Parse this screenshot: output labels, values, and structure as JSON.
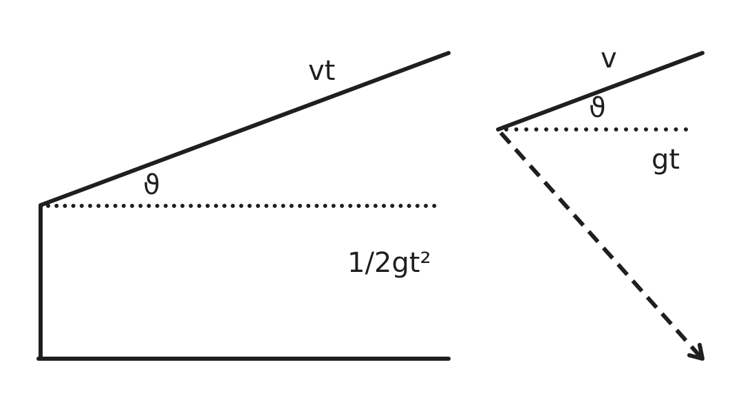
{
  "diagram": {
    "left_figure": {
      "hypotenuse_label": "vt",
      "angle_label": "ϑ",
      "vertical_drop_label": "1/2gt²"
    },
    "right_figure": {
      "velocity_label": "v",
      "angle_label": "ϑ",
      "gravity_label": "gt"
    },
    "colors": {
      "stroke": "#1f1f1f",
      "background": "#ffffff"
    }
  }
}
